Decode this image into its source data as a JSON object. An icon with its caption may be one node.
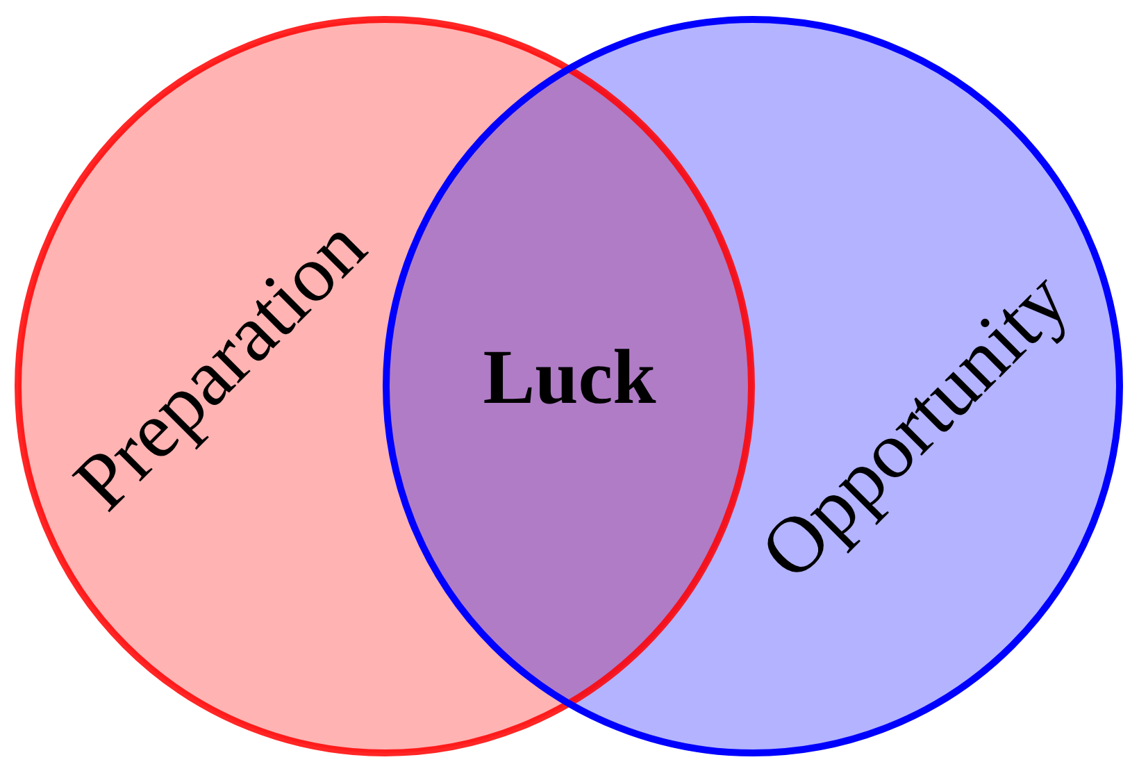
{
  "diagram": {
    "nodes": [
      {
        "text": [
          "Preparation"
        ]
      },
      {
        "text": [
          "Opportunity"
        ]
      },
      {
        "text": [
          "Luck"
        ]
      }
    ],
    "edges": []
  }
}
